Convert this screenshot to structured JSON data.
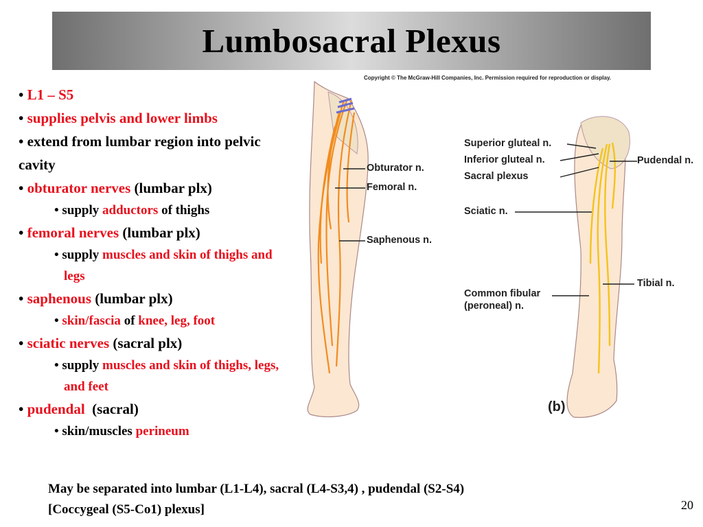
{
  "title": "Lumbosacral Plexus",
  "bullets": {
    "b1": "L1 – S5",
    "b2": "supplies pelvis and lower limbs",
    "b3": "extend from lumbar region into pelvic cavity",
    "b4_red": "obturator nerves",
    "b4_black": " (lumbar plx)",
    "b4_sub_a": "supply ",
    "b4_sub_red": "adductors",
    "b4_sub_b": " of thighs",
    "b5_red": "femoral nerves",
    "b5_black": " (lumbar plx)",
    "b5_sub_a": "supply ",
    "b5_sub_red": "muscles and skin of thighs and legs",
    "b6_red": "saphenous",
    "b6_black": " (lumbar plx)",
    "b6_sub_red1": "skin/fascia",
    "b6_sub_mid": " of ",
    "b6_sub_red2": "knee, leg, foot",
    "b7_red": "sciatic nerves",
    "b7_black": " (sacral plx)",
    "b7_sub_a": "supply ",
    "b7_sub_red": "muscles and skin of thighs, legs, and feet",
    "b8_red": "pudendal",
    "b8_black": "  (sacral)",
    "b8_sub_a": "skin/muscles ",
    "b8_sub_red": "perineum"
  },
  "note_line1": "May be separated into lumbar (L1-L4), sacral (L4-S3,4) , pudendal (S2-S4)",
  "note_line2": "[Coccygeal (S5-Co1) plexus]",
  "page_number": "20",
  "figure": {
    "copyright": "Copyright © The McGraw-Hill Companies, Inc. Permission required for reproduction or display.",
    "labels_a": [
      "Obturator n.",
      "Femoral n.",
      "Saphenous n."
    ],
    "labels_b_left": [
      "Superior gluteal n.",
      "Inferior gluteal n.",
      "Sacral plexus",
      "Sciatic n.",
      "Common fibular",
      "(peroneal) n."
    ],
    "labels_b_right": [
      "Pudendal n.",
      "Tibial n."
    ],
    "panel_b": "(b)"
  },
  "colors": {
    "nerve_a": "#f28c1e",
    "nerve_b": "#f5c31a",
    "skin": "#fbe7d2",
    "accent_red": "#e8101d"
  }
}
